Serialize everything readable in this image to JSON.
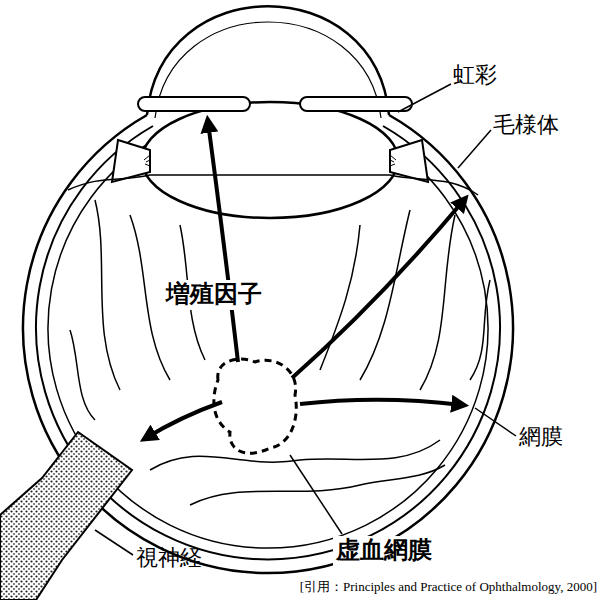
{
  "diagram": {
    "caption": "[引用：Principles and Practice of Ophthalmology, 2000]",
    "labels": [
      "虹彩",
      "毛様体",
      "増殖因子",
      "網膜",
      "視神経",
      "虚血網膜"
    ]
  }
}
